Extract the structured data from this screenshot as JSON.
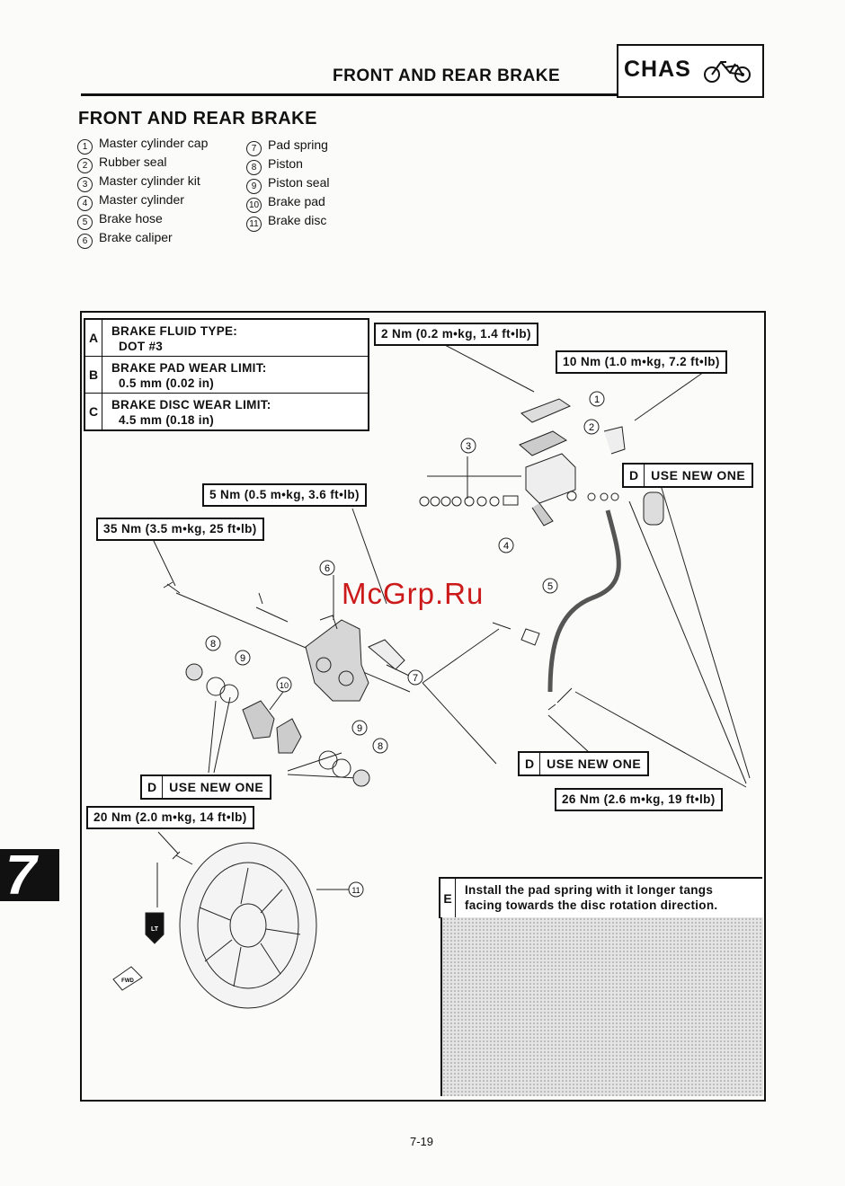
{
  "header": {
    "section_title": "FRONT AND REAR BRAKE",
    "badge_label": "CHAS",
    "badge_icon": "motorcycle-icon"
  },
  "page_title": "FRONT AND REAR BRAKE",
  "parts_left": [
    {
      "num": "1",
      "name": "Master cylinder cap"
    },
    {
      "num": "2",
      "name": "Rubber seal"
    },
    {
      "num": "3",
      "name": "Master cylinder kit"
    },
    {
      "num": "4",
      "name": "Master cylinder"
    },
    {
      "num": "5",
      "name": "Brake hose"
    },
    {
      "num": "6",
      "name": "Brake caliper"
    }
  ],
  "parts_right": [
    {
      "num": "7",
      "name": "Pad spring"
    },
    {
      "num": "8",
      "name": "Piston"
    },
    {
      "num": "9",
      "name": "Piston seal"
    },
    {
      "num": "10",
      "name": "Brake pad"
    },
    {
      "num": "11",
      "name": "Brake disc"
    }
  ],
  "specs": [
    {
      "key": "A",
      "line1": "BRAKE FLUID TYPE:",
      "line2": "DOT #3"
    },
    {
      "key": "B",
      "line1": "BRAKE PAD WEAR LIMIT:",
      "line2": "0.5 mm (0.02 in)"
    },
    {
      "key": "C",
      "line1": "BRAKE DISC WEAR LIMIT:",
      "line2": "4.5 mm (0.18 in)"
    }
  ],
  "torques": {
    "t2": "2 Nm (0.2 m•kg, 1.4 ft•lb)",
    "t10": "10 Nm (1.0 m•kg, 7.2 ft•lb)",
    "t5": "5 Nm (0.5 m•kg, 3.6 ft•lb)",
    "t35": "35 Nm (3.5 m•kg, 25 ft•lb)",
    "t20": "20 Nm (2.0 m•kg, 14 ft•lb)",
    "t26": "26 Nm (2.6 m•kg, 19 ft•lb)"
  },
  "use_new": {
    "key": "D",
    "label": "USE NEW ONE"
  },
  "note": {
    "key": "E",
    "line1": "Install the pad spring with it longer tangs",
    "line2": "facing towards the disc rotation direction."
  },
  "callouts": {
    "c1": "1",
    "c2": "2",
    "c3": "3",
    "c4": "4",
    "c5": "5",
    "c6": "6",
    "c7": "7",
    "c8": "8",
    "c9": "9",
    "c10": "10",
    "c11": "11"
  },
  "icons": {
    "lt_icon": "LT",
    "fwd_icon": "FWD"
  },
  "side_tab": "7",
  "page_number": "7-19",
  "watermark": "McGrp.Ru"
}
